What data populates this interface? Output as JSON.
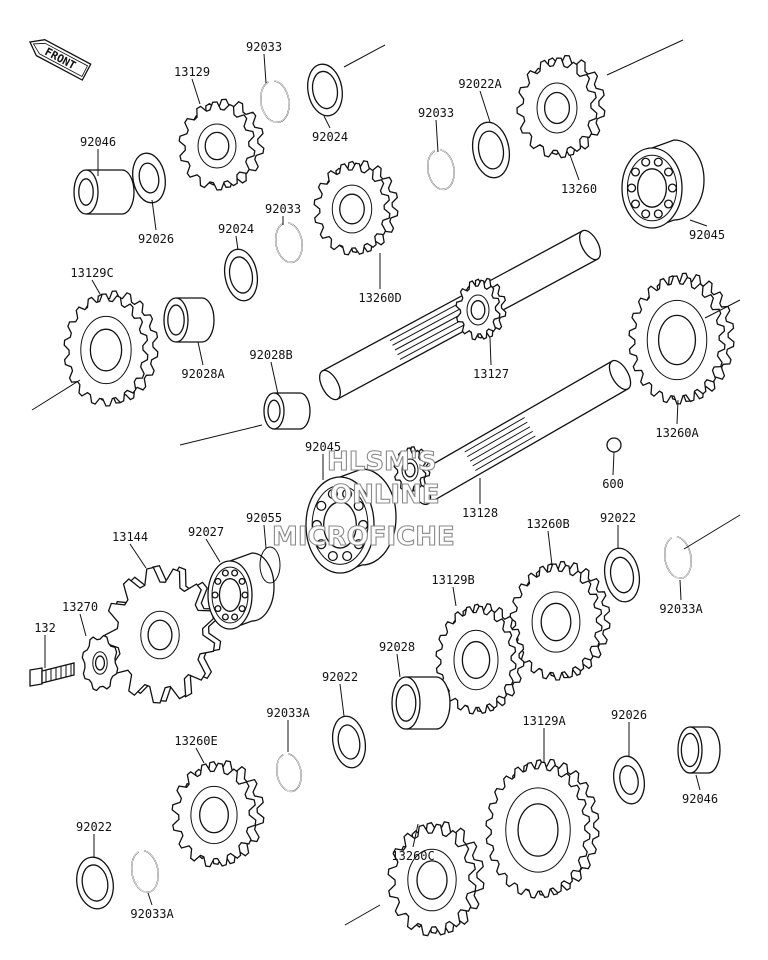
{
  "orientation_badge": {
    "text": "FRONT",
    "icon": "front-arrow-icon"
  },
  "watermark": [
    "HLSM'S",
    "ONLINE",
    "MICROFICHE"
  ],
  "parts": [
    {
      "id": "p13129",
      "label": "13129",
      "kind": "gear"
    },
    {
      "id": "p92033a",
      "label": "92033",
      "kind": "circlip"
    },
    {
      "id": "p92024a",
      "label": "92024",
      "kind": "washer"
    },
    {
      "id": "p92046a",
      "label": "92046",
      "kind": "bushing"
    },
    {
      "id": "p92026a",
      "label": "92026",
      "kind": "washer"
    },
    {
      "id": "p92022a",
      "label": "92022A",
      "kind": "washer"
    },
    {
      "id": "p92033b",
      "label": "92033",
      "kind": "circlip"
    },
    {
      "id": "p13260",
      "label": "13260",
      "kind": "gear"
    },
    {
      "id": "p92045a",
      "label": "92045",
      "kind": "bearing"
    },
    {
      "id": "p92033c",
      "label": "92033",
      "kind": "circlip"
    },
    {
      "id": "p92024b",
      "label": "92024",
      "kind": "washer"
    },
    {
      "id": "p13260d",
      "label": "13260D",
      "kind": "gear"
    },
    {
      "id": "p13129c",
      "label": "13129C",
      "kind": "gear"
    },
    {
      "id": "p92028a",
      "label": "92028A",
      "kind": "bushing"
    },
    {
      "id": "p92028b",
      "label": "92028B",
      "kind": "bushing"
    },
    {
      "id": "p13127",
      "label": "13127",
      "kind": "shaft"
    },
    {
      "id": "p13260a",
      "label": "13260A",
      "kind": "gear"
    },
    {
      "id": "p92045b",
      "label": "92045",
      "kind": "bearing"
    },
    {
      "id": "p600",
      "label": "600",
      "kind": "ball"
    },
    {
      "id": "p13128",
      "label": "13128",
      "kind": "shaft"
    },
    {
      "id": "p13144",
      "label": "13144",
      "kind": "sprocket"
    },
    {
      "id": "p92027",
      "label": "92027",
      "kind": "collar"
    },
    {
      "id": "p92055",
      "label": "92055",
      "kind": "o-ring"
    },
    {
      "id": "p13260b",
      "label": "13260B",
      "kind": "gear"
    },
    {
      "id": "p92022b",
      "label": "92022",
      "kind": "washer"
    },
    {
      "id": "p92033d",
      "label": "92033A",
      "kind": "circlip"
    },
    {
      "id": "p13270",
      "label": "13270",
      "kind": "plate"
    },
    {
      "id": "p132",
      "label": "132",
      "kind": "bolt"
    },
    {
      "id": "p13129b",
      "label": "13129B",
      "kind": "gear"
    },
    {
      "id": "p92028c",
      "label": "92028",
      "kind": "bushing"
    },
    {
      "id": "p92022c",
      "label": "92022",
      "kind": "washer"
    },
    {
      "id": "p92033e",
      "label": "92033A",
      "kind": "circlip"
    },
    {
      "id": "p13260e",
      "label": "13260E",
      "kind": "gear"
    },
    {
      "id": "p13129a",
      "label": "13129A",
      "kind": "gear"
    },
    {
      "id": "p92026b",
      "label": "92026",
      "kind": "washer"
    },
    {
      "id": "p92046b",
      "label": "92046",
      "kind": "bushing"
    },
    {
      "id": "p13260c",
      "label": "13260C",
      "kind": "gear"
    },
    {
      "id": "p92022d",
      "label": "92022",
      "kind": "washer"
    },
    {
      "id": "p92033f",
      "label": "92033A",
      "kind": "circlip"
    }
  ]
}
